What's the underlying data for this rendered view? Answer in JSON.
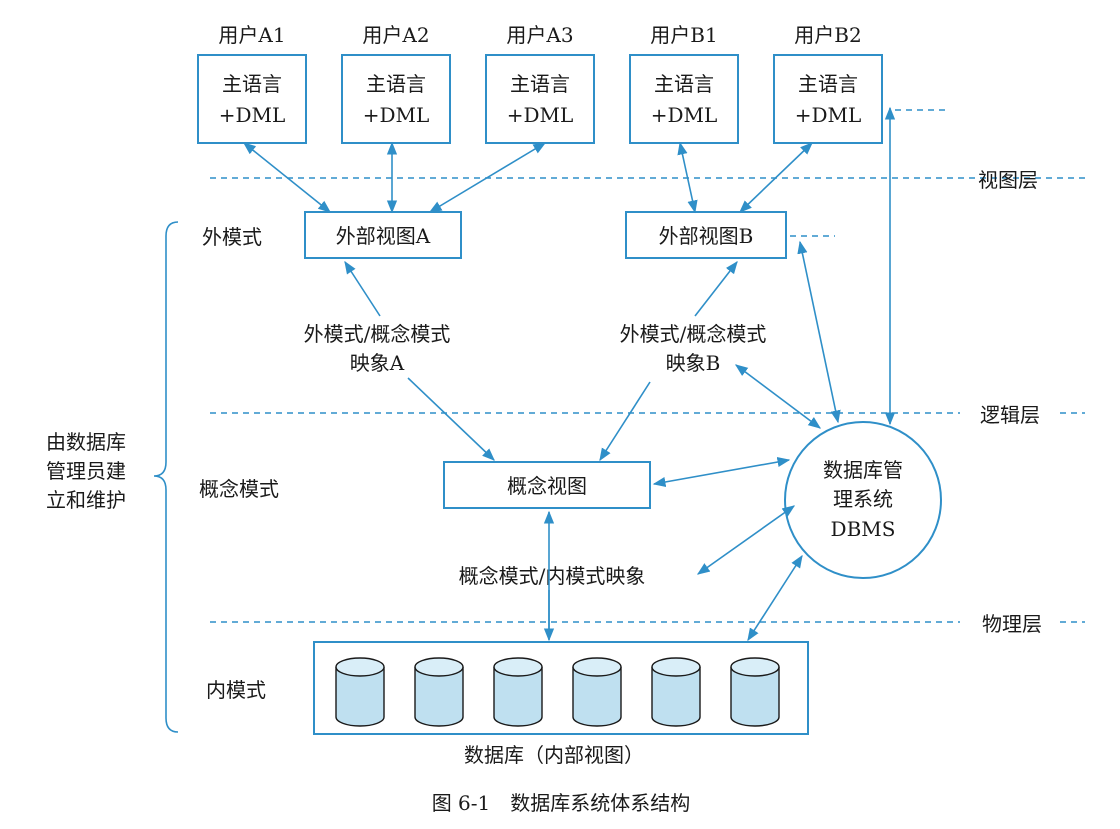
{
  "users": [
    {
      "label": "用户A1",
      "line1": "主语言",
      "line2": "+DML"
    },
    {
      "label": "用户A2",
      "line1": "主语言",
      "line2": "+DML"
    },
    {
      "label": "用户A3",
      "line1": "主语言",
      "line2": "+DML"
    },
    {
      "label": "用户B1",
      "line1": "主语言",
      "line2": "+DML"
    },
    {
      "label": "用户B2",
      "line1": "主语言",
      "line2": "+DML"
    }
  ],
  "views": {
    "external_a": "外部视图A",
    "external_b": "外部视图B",
    "conceptual": "概念视图"
  },
  "mappings": {
    "a_line1": "外模式/概念模式",
    "a_line2": "映象A",
    "b_line1": "外模式/概念模式",
    "b_line2": "映象B",
    "internal": "概念模式/内模式映象"
  },
  "dbms": {
    "line1": "数据库管",
    "line2": "理系统",
    "line3": "DBMS"
  },
  "layers": {
    "view": "视图层",
    "logic": "逻辑层",
    "physical": "物理层"
  },
  "levels": {
    "external": "外模式",
    "conceptual": "概念模式",
    "internal": "内模式"
  },
  "admin": {
    "line1": "由数据库",
    "line2": "管理员建",
    "line3": "立和维护"
  },
  "database": {
    "label": "数据库（内部视图）",
    "cylinder_count": 6
  },
  "caption": "图 6-1　数据库系统体系结构",
  "colors": {
    "accent": "#2f8fc8",
    "cylinder": "#bfe0f0"
  }
}
